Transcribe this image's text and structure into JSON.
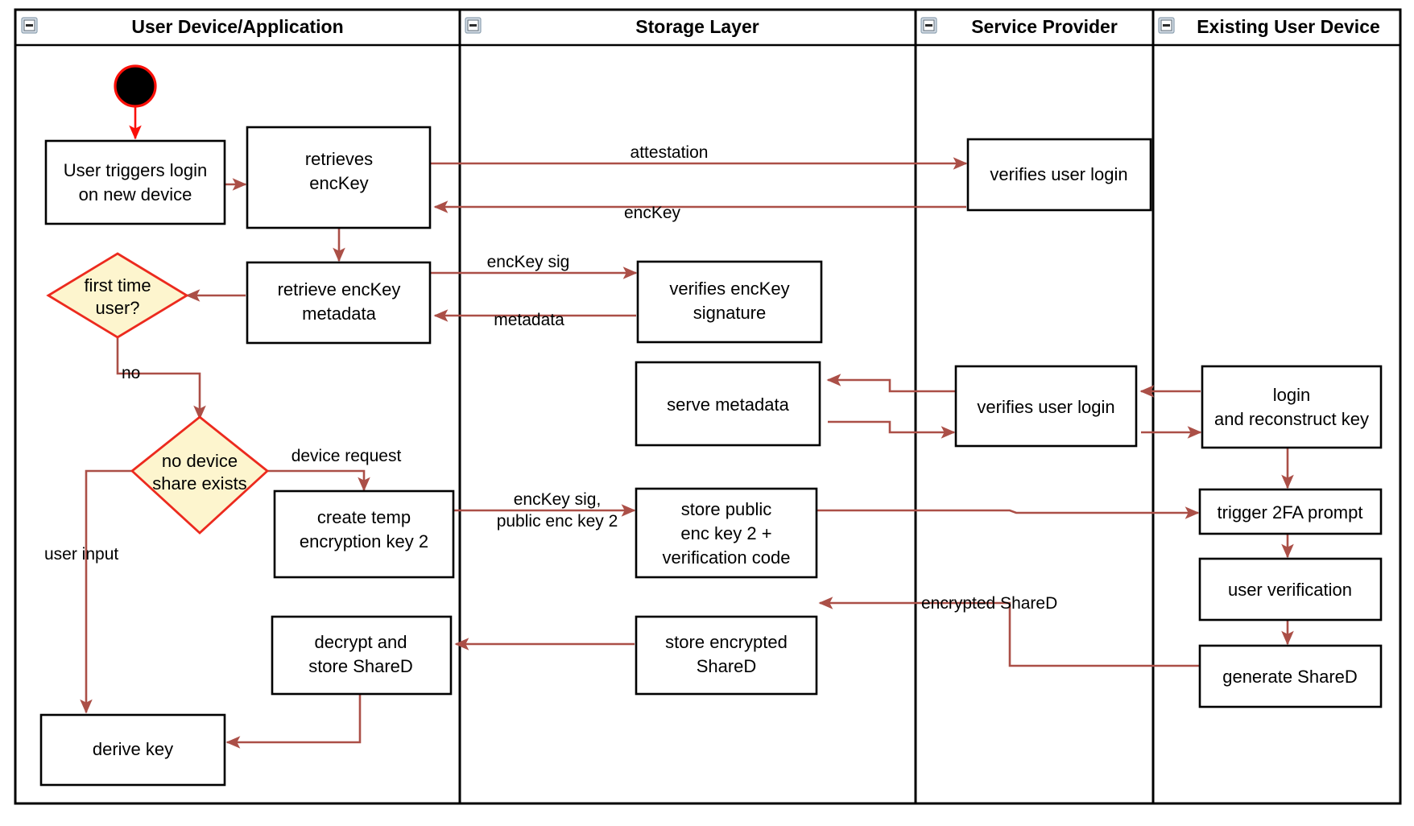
{
  "diagram": {
    "type": "uml-activity-swimlane",
    "title": "Key recovery / new device login flow",
    "colors": {
      "flow_arrow": "#ab4f47",
      "start_arrow": "#fa0f08",
      "decision_fill": "#fdf5ce",
      "decision_stroke": "#ec2a1e",
      "node_fill": "#ffffff",
      "node_stroke": "#000000",
      "lane_stroke": "#000000",
      "background": "#ffffff"
    },
    "lanes": [
      {
        "id": "user-device",
        "label": "User Device/Application",
        "collapse_icon": "collapse-minus-icon"
      },
      {
        "id": "storage-layer",
        "label": "Storage Layer",
        "collapse_icon": "collapse-minus-icon"
      },
      {
        "id": "service-provider",
        "label": "Service Provider",
        "collapse_icon": "collapse-minus-icon"
      },
      {
        "id": "existing-user-device",
        "label": "Existing User Device",
        "collapse_icon": "collapse-minus-icon"
      }
    ],
    "nodes": [
      {
        "id": "start",
        "lane": "user-device",
        "shape": "initial-node",
        "label": ""
      },
      {
        "id": "user-triggers-login",
        "lane": "user-device",
        "shape": "activity",
        "label": "User triggers login\non new device",
        "lines": [
          "User triggers login",
          "on new device"
        ]
      },
      {
        "id": "retrieves-enckey",
        "lane": "user-device",
        "shape": "activity",
        "label": "retrieves\nencKey",
        "lines": [
          "retrieves",
          "encKey"
        ]
      },
      {
        "id": "retrieve-enckey-metadata",
        "lane": "user-device",
        "shape": "activity",
        "label": "retrieve encKey\nmetadata",
        "lines": [
          "retrieve encKey",
          "metadata"
        ]
      },
      {
        "id": "first-time-user",
        "lane": "user-device",
        "shape": "decision",
        "label": "first time\nuser?",
        "lines": [
          "first time",
          "user?"
        ]
      },
      {
        "id": "no-device-share-exists",
        "lane": "user-device",
        "shape": "decision",
        "label": "no device\nshare exists",
        "lines": [
          "no device",
          "share exists"
        ]
      },
      {
        "id": "create-temp-encryption-key-2",
        "lane": "user-device",
        "shape": "activity",
        "label": "create temp\nencryption key 2",
        "lines": [
          "create temp",
          "encryption key 2"
        ]
      },
      {
        "id": "decrypt-and-store-shared",
        "lane": "user-device",
        "shape": "activity",
        "label": "decrypt and\nstore ShareD",
        "lines": [
          "decrypt and",
          "store ShareD"
        ]
      },
      {
        "id": "derive-key",
        "lane": "user-device",
        "shape": "activity",
        "label": "derive key",
        "lines": [
          "derive key"
        ]
      },
      {
        "id": "verifies-enckey-signature",
        "lane": "storage-layer",
        "shape": "activity",
        "label": "verifies encKey\nsignature",
        "lines": [
          "verifies encKey",
          "signature"
        ]
      },
      {
        "id": "serve-metadata",
        "lane": "storage-layer",
        "shape": "activity",
        "label": "serve metadata",
        "lines": [
          "serve metadata"
        ]
      },
      {
        "id": "store-public-enc-key-2",
        "lane": "storage-layer",
        "shape": "activity",
        "label": "store public\nenc key 2 +\nverification code",
        "lines": [
          "store public",
          "enc key 2 +",
          "verification code"
        ]
      },
      {
        "id": "store-encrypted-shared",
        "lane": "storage-layer",
        "shape": "activity",
        "label": "store encrypted\nShareD",
        "lines": [
          "store encrypted",
          "ShareD"
        ]
      },
      {
        "id": "verifies-user-login-top",
        "lane": "service-provider",
        "shape": "activity",
        "label": "verifies user login",
        "lines": [
          "verifies user login"
        ]
      },
      {
        "id": "verifies-user-login-mid",
        "lane": "service-provider",
        "shape": "activity",
        "label": "verifies user login",
        "lines": [
          "verifies user login"
        ]
      },
      {
        "id": "login-and-reconstruct-key",
        "lane": "existing-user-device",
        "shape": "activity",
        "label": "login\nand reconstruct key",
        "lines": [
          "login",
          "and reconstruct key"
        ]
      },
      {
        "id": "trigger-2fa-prompt",
        "lane": "existing-user-device",
        "shape": "activity",
        "label": "trigger 2FA prompt",
        "lines": [
          "trigger 2FA prompt"
        ]
      },
      {
        "id": "user-verification",
        "lane": "existing-user-device",
        "shape": "activity",
        "label": "user verification",
        "lines": [
          "user verification"
        ]
      },
      {
        "id": "generate-shared",
        "lane": "existing-user-device",
        "shape": "activity",
        "label": "generate ShareD",
        "lines": [
          "generate ShareD"
        ]
      }
    ],
    "edges": [
      {
        "id": "e-start",
        "from": "start",
        "to": "user-triggers-login",
        "label": ""
      },
      {
        "id": "e-login-retrieves",
        "from": "user-triggers-login",
        "to": "retrieves-enckey",
        "label": ""
      },
      {
        "id": "e-attestation",
        "from": "retrieves-enckey",
        "to": "verifies-user-login-top",
        "label": "attestation"
      },
      {
        "id": "e-enckey",
        "from": "verifies-user-login-top",
        "to": "retrieves-enckey",
        "label": "encKey"
      },
      {
        "id": "e-retrieves-metadata",
        "from": "retrieves-enckey",
        "to": "retrieve-enckey-metadata",
        "label": ""
      },
      {
        "id": "e-enckey-sig",
        "from": "retrieve-enckey-metadata",
        "to": "verifies-enckey-signature",
        "label": "encKey sig"
      },
      {
        "id": "e-metadata",
        "from": "verifies-enckey-signature",
        "to": "retrieve-enckey-metadata",
        "label": "metadata"
      },
      {
        "id": "e-meta-firsttime",
        "from": "retrieve-enckey-metadata",
        "to": "first-time-user",
        "label": ""
      },
      {
        "id": "e-no",
        "from": "first-time-user",
        "to": "no-device-share-exists",
        "label": "no"
      },
      {
        "id": "e-device-request",
        "from": "no-device-share-exists",
        "to": "create-temp-encryption-key-2",
        "label": "device request"
      },
      {
        "id": "e-user-input",
        "from": "no-device-share-exists",
        "to": "derive-key",
        "label": "user input"
      },
      {
        "id": "e-enckey-sig-pub",
        "from": "create-temp-encryption-key-2",
        "to": "store-public-enc-key-2",
        "label": "encKey sig,\npublic enc key 2",
        "lines": [
          "encKey sig,",
          "public enc key 2"
        ]
      },
      {
        "id": "e-store-to-2fa",
        "from": "store-public-enc-key-2",
        "to": "trigger-2fa-prompt",
        "label": ""
      },
      {
        "id": "e-existing-to-sp",
        "from": "login-and-reconstruct-key",
        "to": "verifies-user-login-mid",
        "label": ""
      },
      {
        "id": "e-sp-to-serve",
        "from": "verifies-user-login-mid",
        "to": "serve-metadata",
        "label": ""
      },
      {
        "id": "e-serve-to-sp",
        "from": "serve-metadata",
        "to": "verifies-user-login-mid",
        "label": ""
      },
      {
        "id": "e-sp-to-existing",
        "from": "verifies-user-login-mid",
        "to": "login-and-reconstruct-key",
        "label": ""
      },
      {
        "id": "e-login-to-2fa",
        "from": "login-and-reconstruct-key",
        "to": "trigger-2fa-prompt",
        "label": ""
      },
      {
        "id": "e-2fa-to-verify",
        "from": "trigger-2fa-prompt",
        "to": "user-verification",
        "label": ""
      },
      {
        "id": "e-verify-to-gen",
        "from": "user-verification",
        "to": "generate-shared",
        "label": ""
      },
      {
        "id": "e-encrypted-shared",
        "from": "generate-shared",
        "to": "store-encrypted-shared",
        "label": "encrypted ShareD"
      },
      {
        "id": "e-store-to-decrypt",
        "from": "store-encrypted-shared",
        "to": "decrypt-and-store-shared",
        "label": ""
      },
      {
        "id": "e-decrypt-to-derive",
        "from": "decrypt-and-store-shared",
        "to": "derive-key",
        "label": ""
      }
    ]
  }
}
